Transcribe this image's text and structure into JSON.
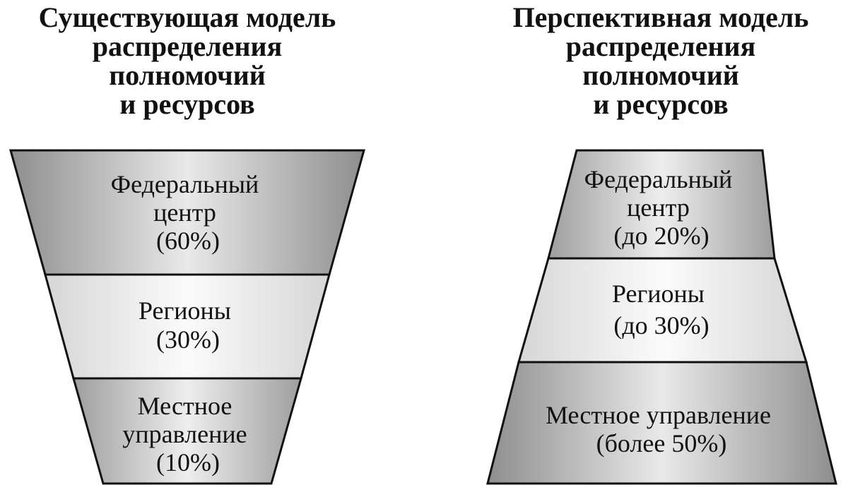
{
  "current_model": {
    "title_lines": [
      "Существующая модель",
      "распределения",
      "полномочий",
      "и ресурсов"
    ],
    "levels": [
      {
        "lines": [
          "Федеральный",
          "центр",
          "(60%)"
        ]
      },
      {
        "lines": [
          "Регионы",
          "(30%)"
        ]
      },
      {
        "lines": [
          "Местное",
          "управление",
          "(10%)"
        ]
      }
    ]
  },
  "prospective_model": {
    "title_lines": [
      "Перспективная модель",
      "распределения",
      "полномочий",
      "и ресурсов"
    ],
    "levels": [
      {
        "lines": [
          "Федеральный",
          "центр",
          "(до 20%)"
        ]
      },
      {
        "lines": [
          "Регионы",
          "(до 30%)"
        ]
      },
      {
        "lines": [
          "Местное управление",
          "(более 50%)"
        ]
      }
    ]
  }
}
